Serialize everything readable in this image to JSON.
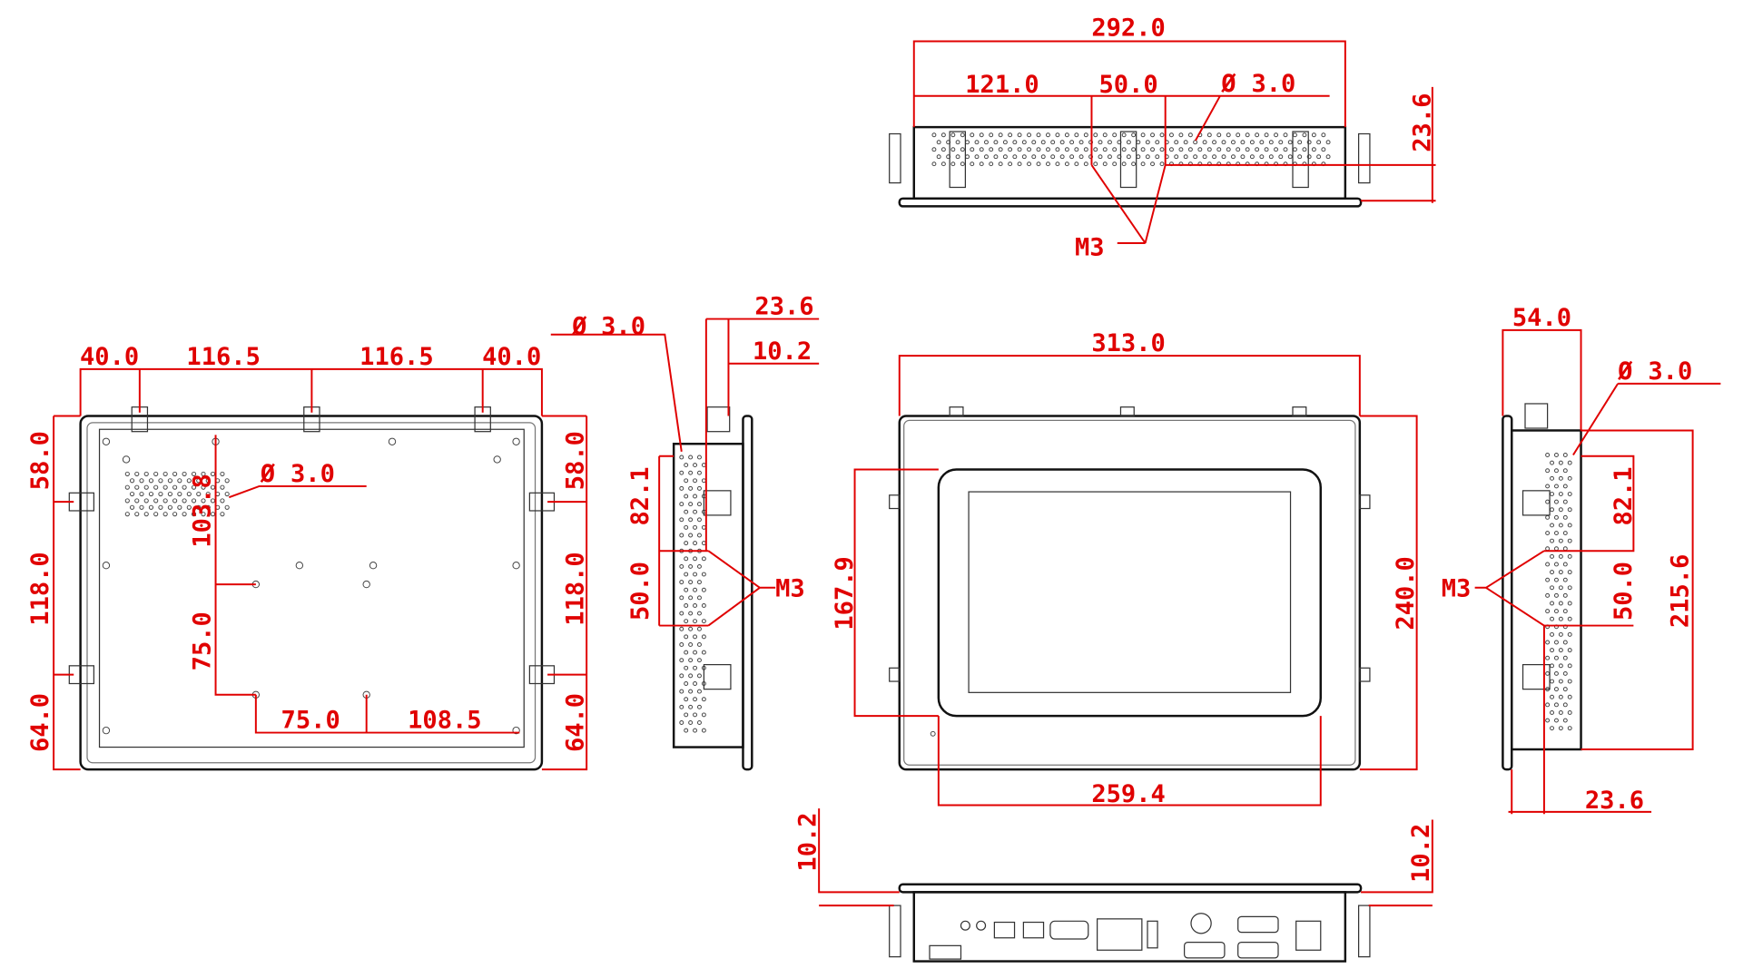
{
  "drawing": {
    "color": "#e00000",
    "top_view": {
      "width": "292.0",
      "offset": "121.0",
      "spacing": "50.0",
      "hole": "3.0",
      "depth": "23.6",
      "thread": "M3"
    },
    "back_view": {
      "top": [
        "40.0",
        "116.5",
        "116.5",
        "40.0"
      ],
      "left": [
        "58.0",
        "118.0",
        "64.0"
      ],
      "right": [
        "58.0",
        "118.0",
        "64.0"
      ],
      "hole": "3.0",
      "vesa_vertical_offset": "103.8",
      "vesa_vertical": "75.0",
      "vesa_horizontal": "75.0",
      "vesa_right": "108.5"
    },
    "left_side_view": {
      "hole": "3.0",
      "depth": "23.6",
      "panel": "10.2",
      "offset": "82.1",
      "spacing": "50.0",
      "thread": "M3"
    },
    "front_view": {
      "width": "313.0",
      "height": "240.0",
      "screen_height": "167.9",
      "screen_width": "259.4"
    },
    "right_side_view": {
      "top": "54.0",
      "hole": "3.0",
      "offset": "82.1",
      "spacing": "50.0",
      "height": "215.6",
      "thread": "M3",
      "depth": "23.6"
    },
    "bottom_view": {
      "left_panel": "10.2",
      "right_panel": "10.2"
    },
    "diameter_symbol": "Ø"
  }
}
